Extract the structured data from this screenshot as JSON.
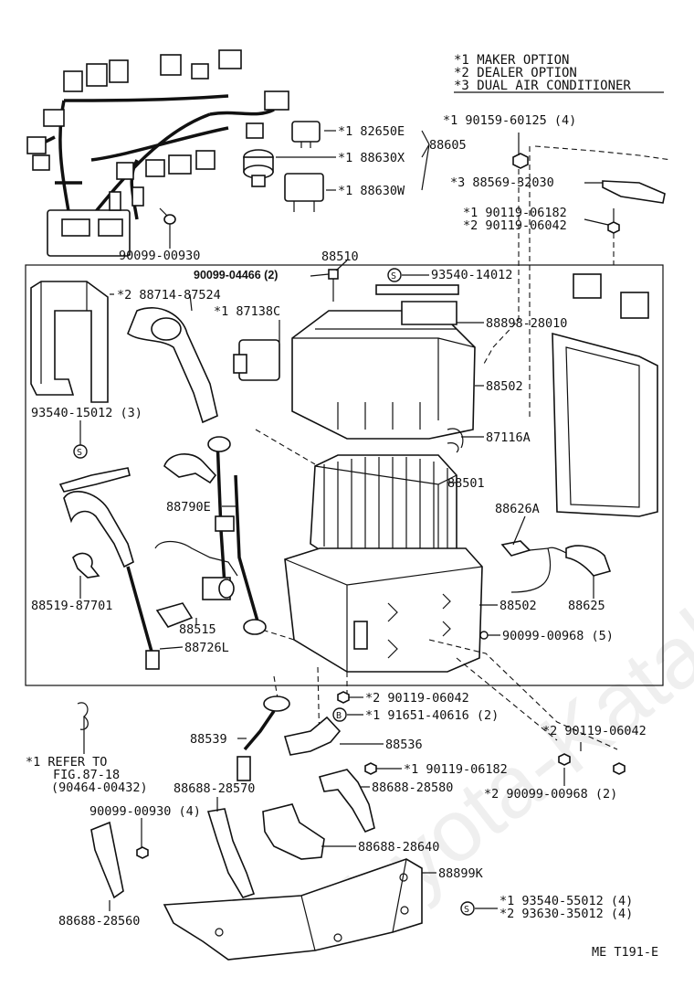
{
  "legend": {
    "line1": "*1 MAKER OPTION",
    "line2": "*2 DEALER OPTION",
    "line3": "*3 DUAL AIR CONDITIONER"
  },
  "watermark": "Toyota-Katalog.ru",
  "figure_id": "ME T191-E",
  "labels": {
    "l82650E": "*1 82650E",
    "l88605": "88605",
    "l88630X": "*1 88630X",
    "l88630W": "*1 88630W",
    "l90159": "*1 90159-60125 (4)",
    "l88569": "*3 88569-32030",
    "l90119_06182a": "*1 90119-06182",
    "l90119_06042a": "*2 90119-06042",
    "l90099_00930": "90099-00930",
    "l88510": "88510",
    "l90099_04466": "90099-04466 (2)",
    "l93540_14012": "93540-14012",
    "l88714": "*2 88714-87524",
    "l87138C": "*1 87138C",
    "l88898": "88898-28010",
    "l88502a": "88502",
    "l93540_15012": "93540-15012 (3)",
    "l87116A": "87116A",
    "l88501": "88501",
    "l88790E": "88790E",
    "l88626A": "88626A",
    "l88502b": "88502",
    "l88625": "88625",
    "l88519": "88519-87701",
    "l88515": "88515",
    "l90099_00968a": "90099-00968 (5)",
    "l88726L": "88726L",
    "l90119_06042b": "*2 90119-06042",
    "l91651": "*1 91651-40616 (2)",
    "l90119_06042c": "*2 90119-06042",
    "l88539": "88539",
    "l88536": "88536",
    "refer1": "*1 REFER TO",
    "refer2": "FIG.87-18",
    "refer3": "(90464-00432)",
    "l90119_06182b": "*1 90119-06182",
    "l88688_28570": "88688-28570",
    "l88688_28580": "88688-28580",
    "l90099_00968b": "*2 90099-00968 (2)",
    "l90099_00930b": "90099-00930 (4)",
    "l88688_28640": "88688-28640",
    "l88899K": "88899K",
    "l93540_55012": "*1 93540-55012 (4)",
    "l93630": "*2 93630-35012 (4)",
    "l88688_28560": "88688-28560",
    "sym_s": "S",
    "sym_b": "B"
  }
}
